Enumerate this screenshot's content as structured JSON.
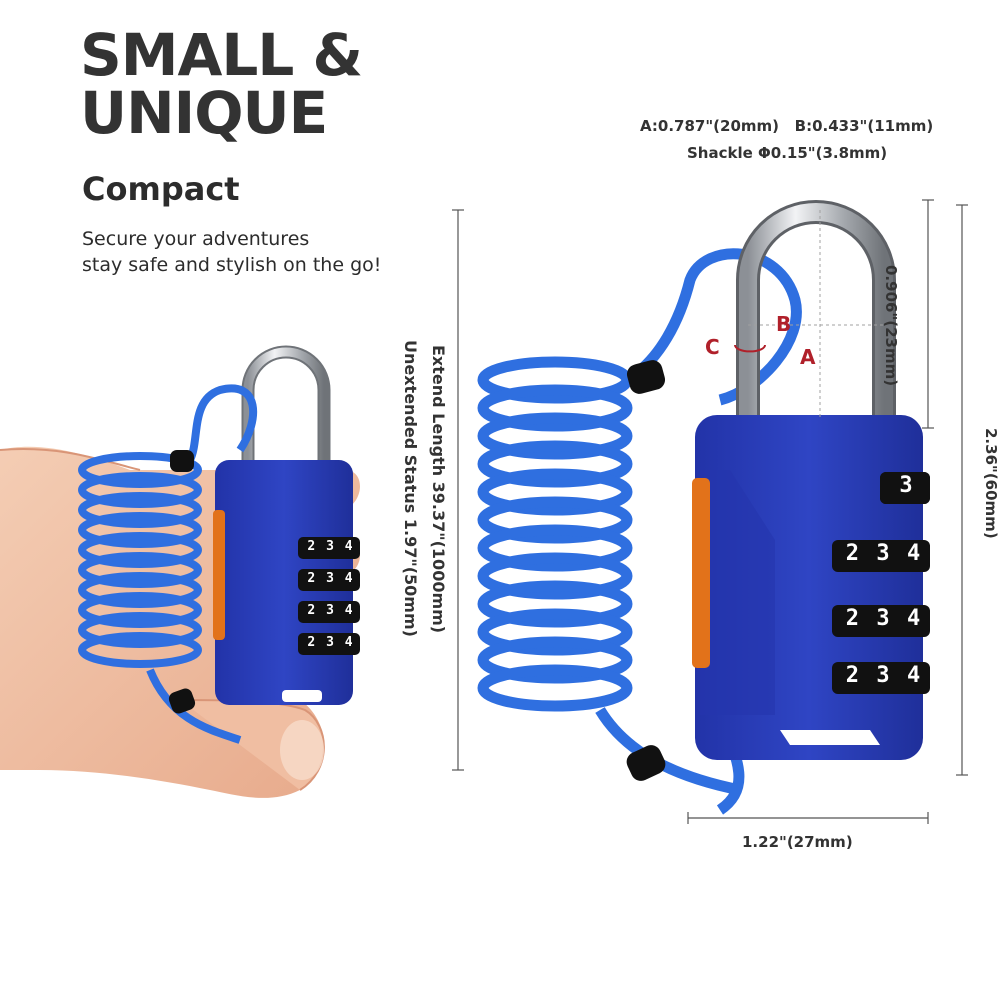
{
  "headline": {
    "line1": "SMALL &",
    "line2": "UNIQUE"
  },
  "subheading": "Compact",
  "tagline": {
    "line1": "Secure your adventures",
    "line2": "stay safe and stylish on the go!"
  },
  "dimensions": {
    "ab_spec": "A:0.787\"(20mm)   B:0.433\"(11mm)",
    "shackle_spec": "Shackle Φ0.15\"(3.8mm)",
    "shackle_height": "0.906\"(23mm)",
    "total_height": "2.36\"(60mm)",
    "width": "1.22\"(27mm)",
    "extend_length": "Extend Length 39.37\"(1000mm)",
    "unextended_status": "Unextended Status 1.97\"(50mm)",
    "label_a": "A",
    "label_b": "B",
    "label_c": "C"
  },
  "dials": [
    "2",
    "3",
    "4"
  ],
  "colors": {
    "lock_body": "#2b3fb8",
    "cable": "#2f6fe0",
    "orange_tab": "#e2721a",
    "dimension_red": "#b0202a",
    "text": "#333333"
  }
}
